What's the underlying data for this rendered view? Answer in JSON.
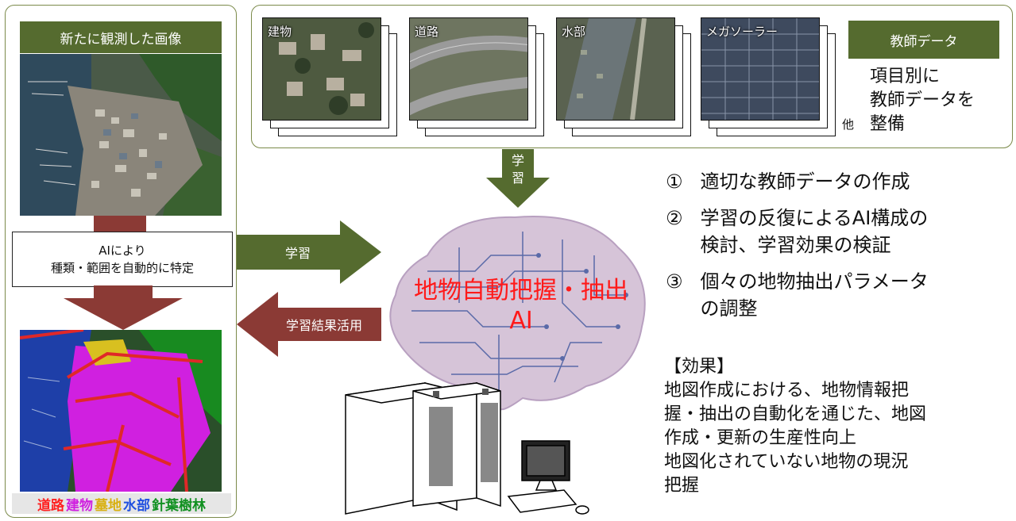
{
  "left_panel": {
    "header": "新たに観測した画像",
    "ai_box": [
      "AIにより",
      "種類・範囲を自動的に特定"
    ],
    "legend": [
      {
        "label": "道路",
        "color": "#ff2020"
      },
      {
        "label": "建物",
        "color": "#d020e0"
      },
      {
        "label": "墓地",
        "color": "#d8b010"
      },
      {
        "label": "水部",
        "color": "#2050e0"
      },
      {
        "label": "針葉樹林",
        "color": "#109020"
      }
    ]
  },
  "teacher_panel": {
    "cards": [
      "建物",
      "道路",
      "水部",
      "メガソーラー"
    ],
    "header": "教師データ",
    "note": [
      "項目別に",
      "教師データを",
      "整備"
    ],
    "other": "他"
  },
  "arrows": {
    "down_label": [
      "学",
      "習"
    ],
    "right_label": "学習",
    "left_label": "学習結果活用"
  },
  "brain": {
    "title_line1": "地物自動把握・抽出",
    "title_line2": "AI"
  },
  "steps": [
    {
      "num": "①",
      "lines": [
        "適切な教師データの作成"
      ]
    },
    {
      "num": "②",
      "lines": [
        "学習の反復によるAI構成の",
        "検討、学習効果の検証"
      ]
    },
    {
      "num": "③",
      "lines": [
        "個々の地物抽出パラメータ",
        "の調整"
      ]
    }
  ],
  "effect": {
    "heading": "【効果】",
    "lines": [
      "地図作成における、地物情報把",
      "握・抽出の自動化を通じた、地図",
      "作成・更新の生産性向上",
      "地図化されていない地物の現況",
      "把握"
    ]
  },
  "colors": {
    "olive": "#556b2f",
    "maroon": "#8b3a35",
    "brain_text": "#ff1a1a"
  }
}
